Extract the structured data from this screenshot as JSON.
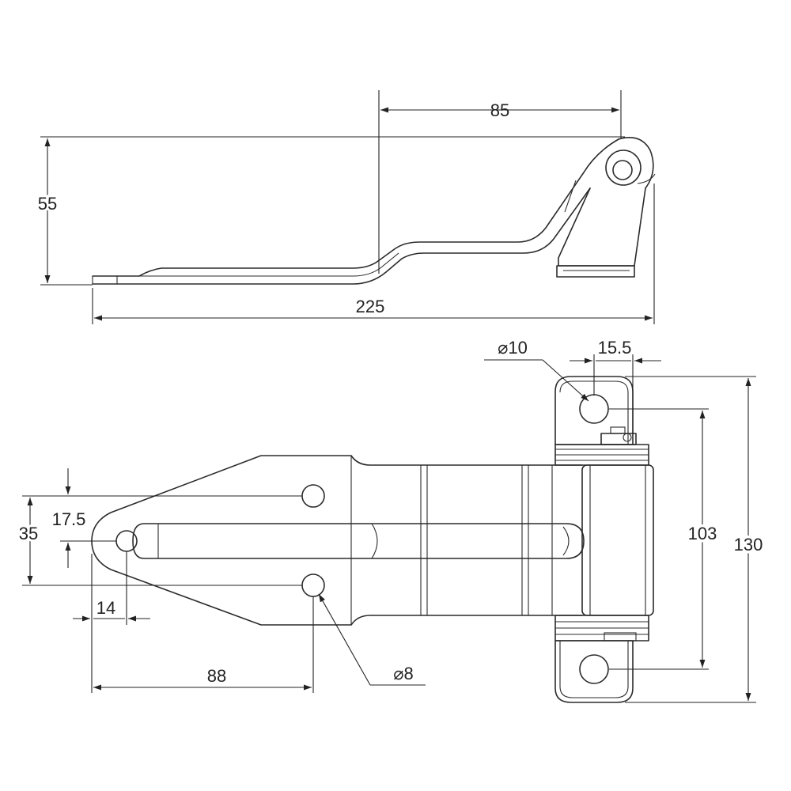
{
  "dimensions": {
    "side_offset": "85",
    "side_height": "55",
    "side_length": "225",
    "pin_hole_dia": "⌀10",
    "pin_offset": "15.5",
    "leaf_width": "35",
    "slot_half": "17.5",
    "hole_offset_14": "14",
    "hole_offset_88": "88",
    "bolt_hole_dia": "⌀8",
    "mount_pitch": "103",
    "overall_height": "130"
  },
  "colors": {
    "line": "#2b2b2b",
    "dimension": "#222222",
    "background": "#ffffff"
  }
}
